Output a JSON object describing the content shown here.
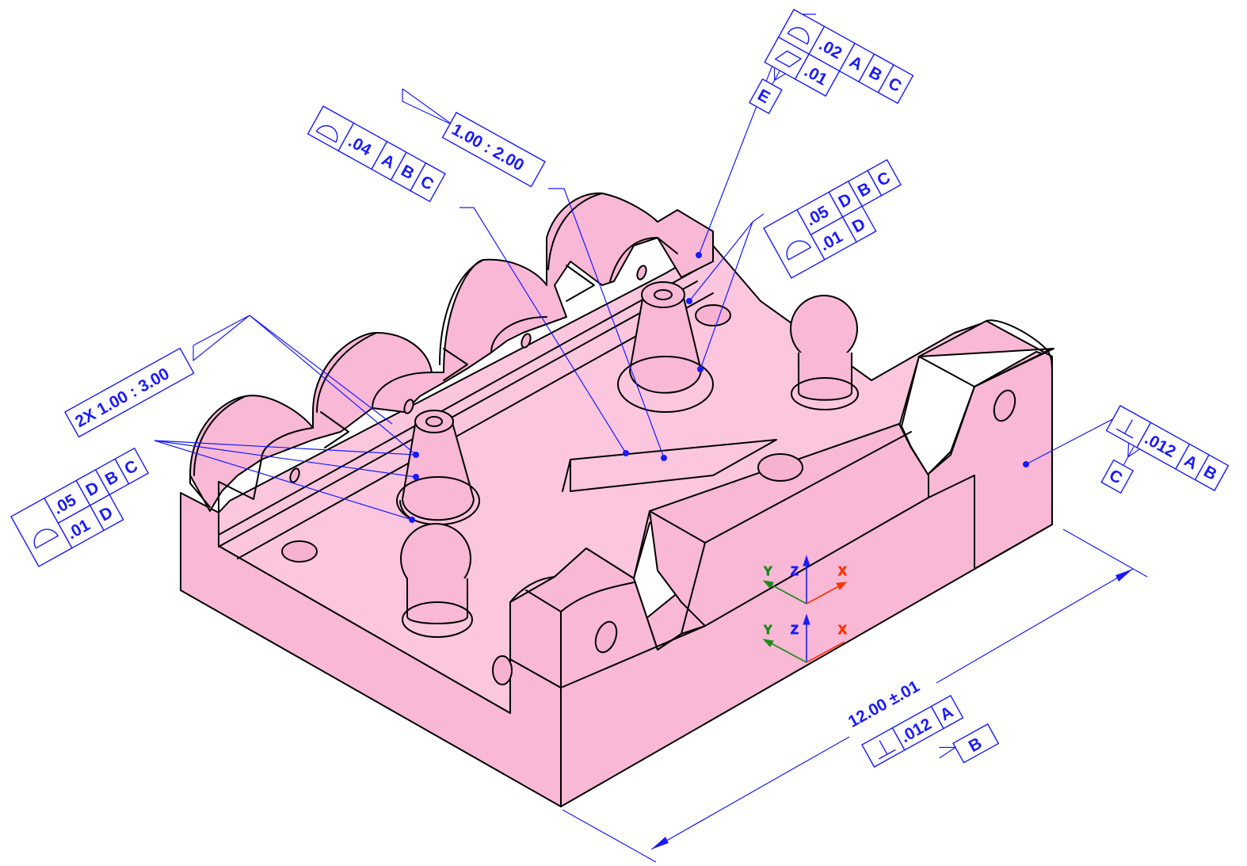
{
  "annotations": {
    "fcf_top_right": {
      "row1": [
        ".02",
        "A",
        "B",
        "C"
      ],
      "row2": [
        ".01"
      ],
      "datum": "E"
    },
    "taper_ratio": "1.00 : 2.00",
    "fcf_profile_04": [
      ".04",
      "A",
      "B",
      "C"
    ],
    "fcf_right_cone": {
      "row1": [
        ".05",
        "D",
        "B",
        "C"
      ],
      "row2": [
        ".01",
        "D"
      ]
    },
    "slope_2x": "2X 1.00 : 3.00",
    "fcf_left_cone": {
      "row1": [
        ".05",
        "D",
        "B",
        "C"
      ],
      "row2": [
        ".01",
        "D"
      ]
    },
    "fcf_perp_right": {
      "cells": [
        ".012",
        "A",
        "B"
      ],
      "datum": "C"
    },
    "dimension_12": {
      "value": "12.00 ±.01",
      "tolerance": ".012",
      "ref": "A",
      "datum": "B"
    }
  },
  "triads": [
    {
      "x": "X",
      "y": "Y",
      "z": "Z"
    },
    {
      "x": "X",
      "y": "Y",
      "z": "Z"
    }
  ],
  "colors": {
    "part": "#f9b8d6",
    "annotation": "#1a1aff",
    "axis_x": "#ff3300",
    "axis_y": "#1a8a1a",
    "axis_z": "#1a1aff"
  }
}
